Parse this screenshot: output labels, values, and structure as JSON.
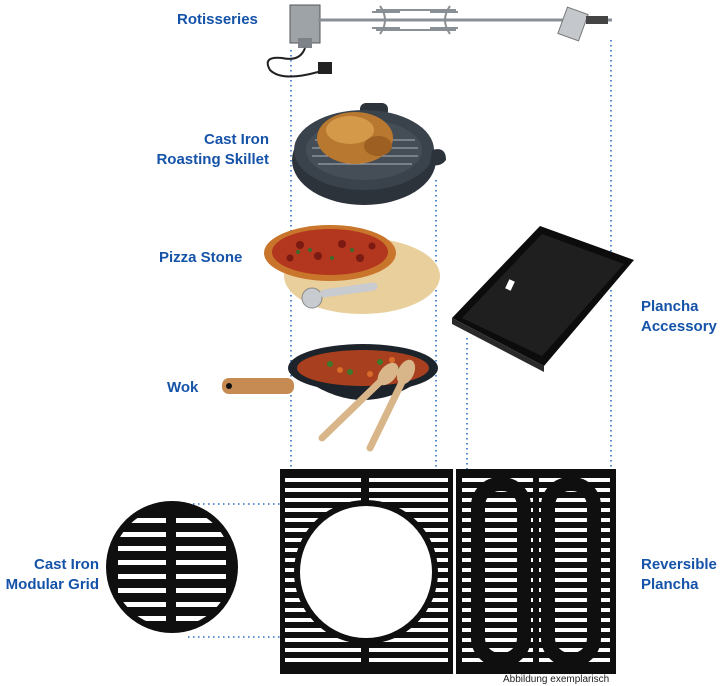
{
  "labels": {
    "rotisseries": "Rotisseries",
    "skillet_line1": "Cast Iron",
    "skillet_line2": "Roasting Skillet",
    "pizza_stone": "Pizza Stone",
    "wok": "Wok",
    "plancha_line1": "Plancha",
    "plancha_line2": "Accessory",
    "grid_line1": "Cast Iron",
    "grid_line2": "Modular Grid",
    "reversible_line1": "Reversible",
    "reversible_line2": "Plancha"
  },
  "caption": "Abbildung exemplarisch",
  "colors": {
    "label_blue": "#1553a8",
    "guide_blue": "#2a6cc4",
    "cast_iron": "#111111"
  }
}
